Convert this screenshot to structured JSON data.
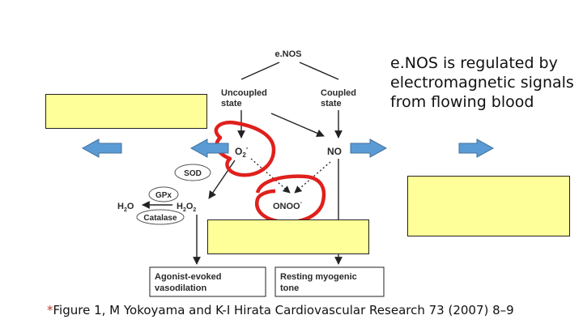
{
  "diagram": {
    "enos": "e.NOS",
    "uncoupled": [
      "Uncoupled",
      "state"
    ],
    "coupled": [
      "Coupled",
      "state"
    ],
    "superoxide": {
      "base": "O",
      "sub": "2",
      "sup": "-"
    },
    "no": "NO",
    "sod": "SOD",
    "gpx": "GPx",
    "catalase": "Catalase",
    "water": {
      "base": "H",
      "sub": "2",
      "rest": "O"
    },
    "peroxide": {
      "base": "H",
      "sub1": "2",
      "mid": "O",
      "sub2": "2"
    },
    "peroxynitrite": {
      "base": "ONOO",
      "sup": "-"
    },
    "agonist_box": [
      "Agonist-evoked",
      "vasodilation"
    ],
    "resting_box": [
      "Resting myogenic",
      "tone"
    ]
  },
  "side_text": [
    "e.NOS  is regulated by",
    "electromagnetic signals",
    "from flowing blood"
  ],
  "citation": {
    "star": "*",
    "text": "Figure 1, M Yokoyama and K-I Hirata Cardiovascular Research 73 (2007) 8–9"
  },
  "colors": {
    "arrow_fill": "#5b9bd5",
    "arrow_stroke": "#41719c",
    "yellow_box": "#ffff99",
    "red_circle": "#e0201c"
  }
}
